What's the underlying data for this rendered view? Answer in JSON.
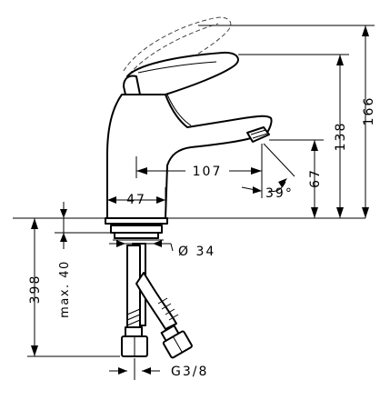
{
  "dimensions": {
    "d166": "166",
    "d138": "138",
    "d107": "107",
    "d67": "67",
    "d39": "39°",
    "d47": "47",
    "d34": "Ø 34",
    "d398": "398",
    "dmax40": "max. 40",
    "dg38": "G3/8"
  }
}
